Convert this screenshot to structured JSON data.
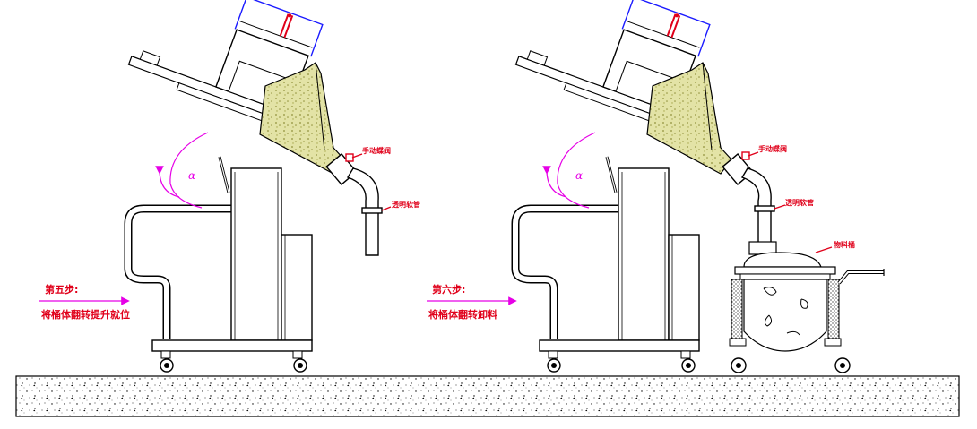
{
  "colors": {
    "line": "#000000",
    "label": "#e0001a",
    "arrow": "#e600e6",
    "lid": "#1a1aff",
    "powder": "#e3e3a6",
    "powder_dot": "#8f8f3a"
  },
  "scenes": [
    {
      "id": "step5",
      "step_title": "第五步:",
      "step_desc": "将桶体翻转提升就位",
      "labels": {
        "valve": "手动蝶阀",
        "hose": "透明软管"
      },
      "angle_symbol": "α"
    },
    {
      "id": "step6",
      "step_title": "第六步:",
      "step_desc": "将桶体翻转卸料",
      "labels": {
        "valve": "手动蝶阀",
        "hose": "透明软管",
        "tank": "物料桶"
      },
      "angle_symbol": "α"
    }
  ]
}
